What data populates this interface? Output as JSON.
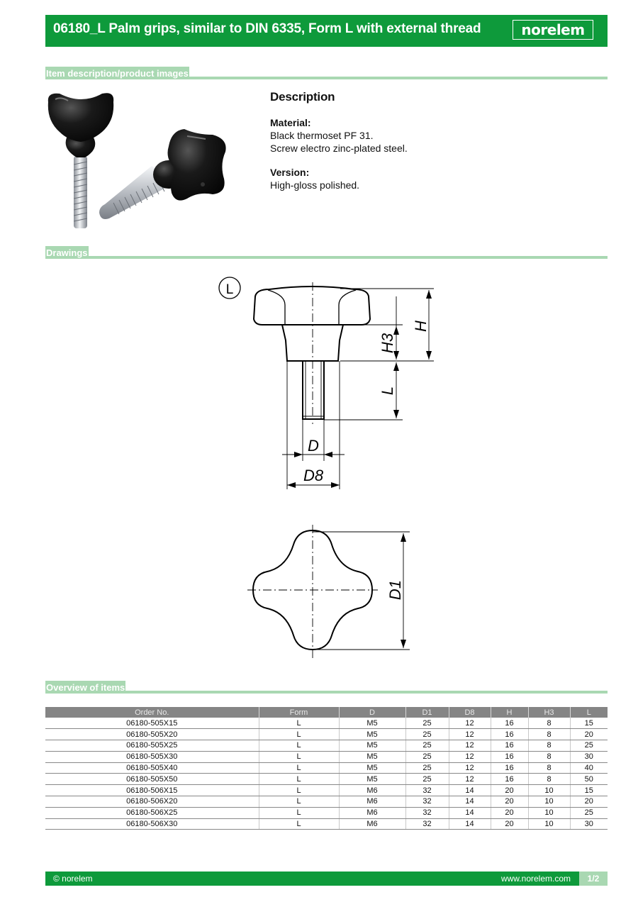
{
  "header": {
    "title": "06180_L Palm grips, similar to DIN 6335, Form L with external thread",
    "logo": "norelem"
  },
  "sections": {
    "item_description": "Item description/product images",
    "drawings": "Drawings",
    "overview": "Overview of items"
  },
  "description": {
    "heading": "Description",
    "material_label": "Material:",
    "material_line1": "Black thermoset PF 31.",
    "material_line2": "Screw electro zinc-plated steel.",
    "version_label": "Version:",
    "version_line1": "High-gloss polished."
  },
  "drawing_labels": {
    "form": "L",
    "h": "H",
    "h3": "H3",
    "l": "L",
    "d": "D",
    "d8": "D8",
    "d1": "D1"
  },
  "table": {
    "headers": [
      "Order No.",
      "Form",
      "D",
      "D1",
      "D8",
      "H",
      "H3",
      "L"
    ],
    "rows": [
      [
        "06180-505X15",
        "L",
        "M5",
        "25",
        "12",
        "16",
        "8",
        "15"
      ],
      [
        "06180-505X20",
        "L",
        "M5",
        "25",
        "12",
        "16",
        "8",
        "20"
      ],
      [
        "06180-505X25",
        "L",
        "M5",
        "25",
        "12",
        "16",
        "8",
        "25"
      ],
      [
        "06180-505X30",
        "L",
        "M5",
        "25",
        "12",
        "16",
        "8",
        "30"
      ],
      [
        "06180-505X40",
        "L",
        "M5",
        "25",
        "12",
        "16",
        "8",
        "40"
      ],
      [
        "06180-505X50",
        "L",
        "M5",
        "25",
        "12",
        "16",
        "8",
        "50"
      ],
      [
        "06180-506X15",
        "L",
        "M6",
        "32",
        "14",
        "20",
        "10",
        "15"
      ],
      [
        "06180-506X20",
        "L",
        "M6",
        "32",
        "14",
        "20",
        "10",
        "20"
      ],
      [
        "06180-506X25",
        "L",
        "M6",
        "32",
        "14",
        "20",
        "10",
        "25"
      ],
      [
        "06180-506X30",
        "L",
        "M6",
        "32",
        "14",
        "20",
        "10",
        "30"
      ]
    ]
  },
  "footer": {
    "copyright": "© norelem",
    "website": "www.norelem.com",
    "page": "1/2"
  }
}
